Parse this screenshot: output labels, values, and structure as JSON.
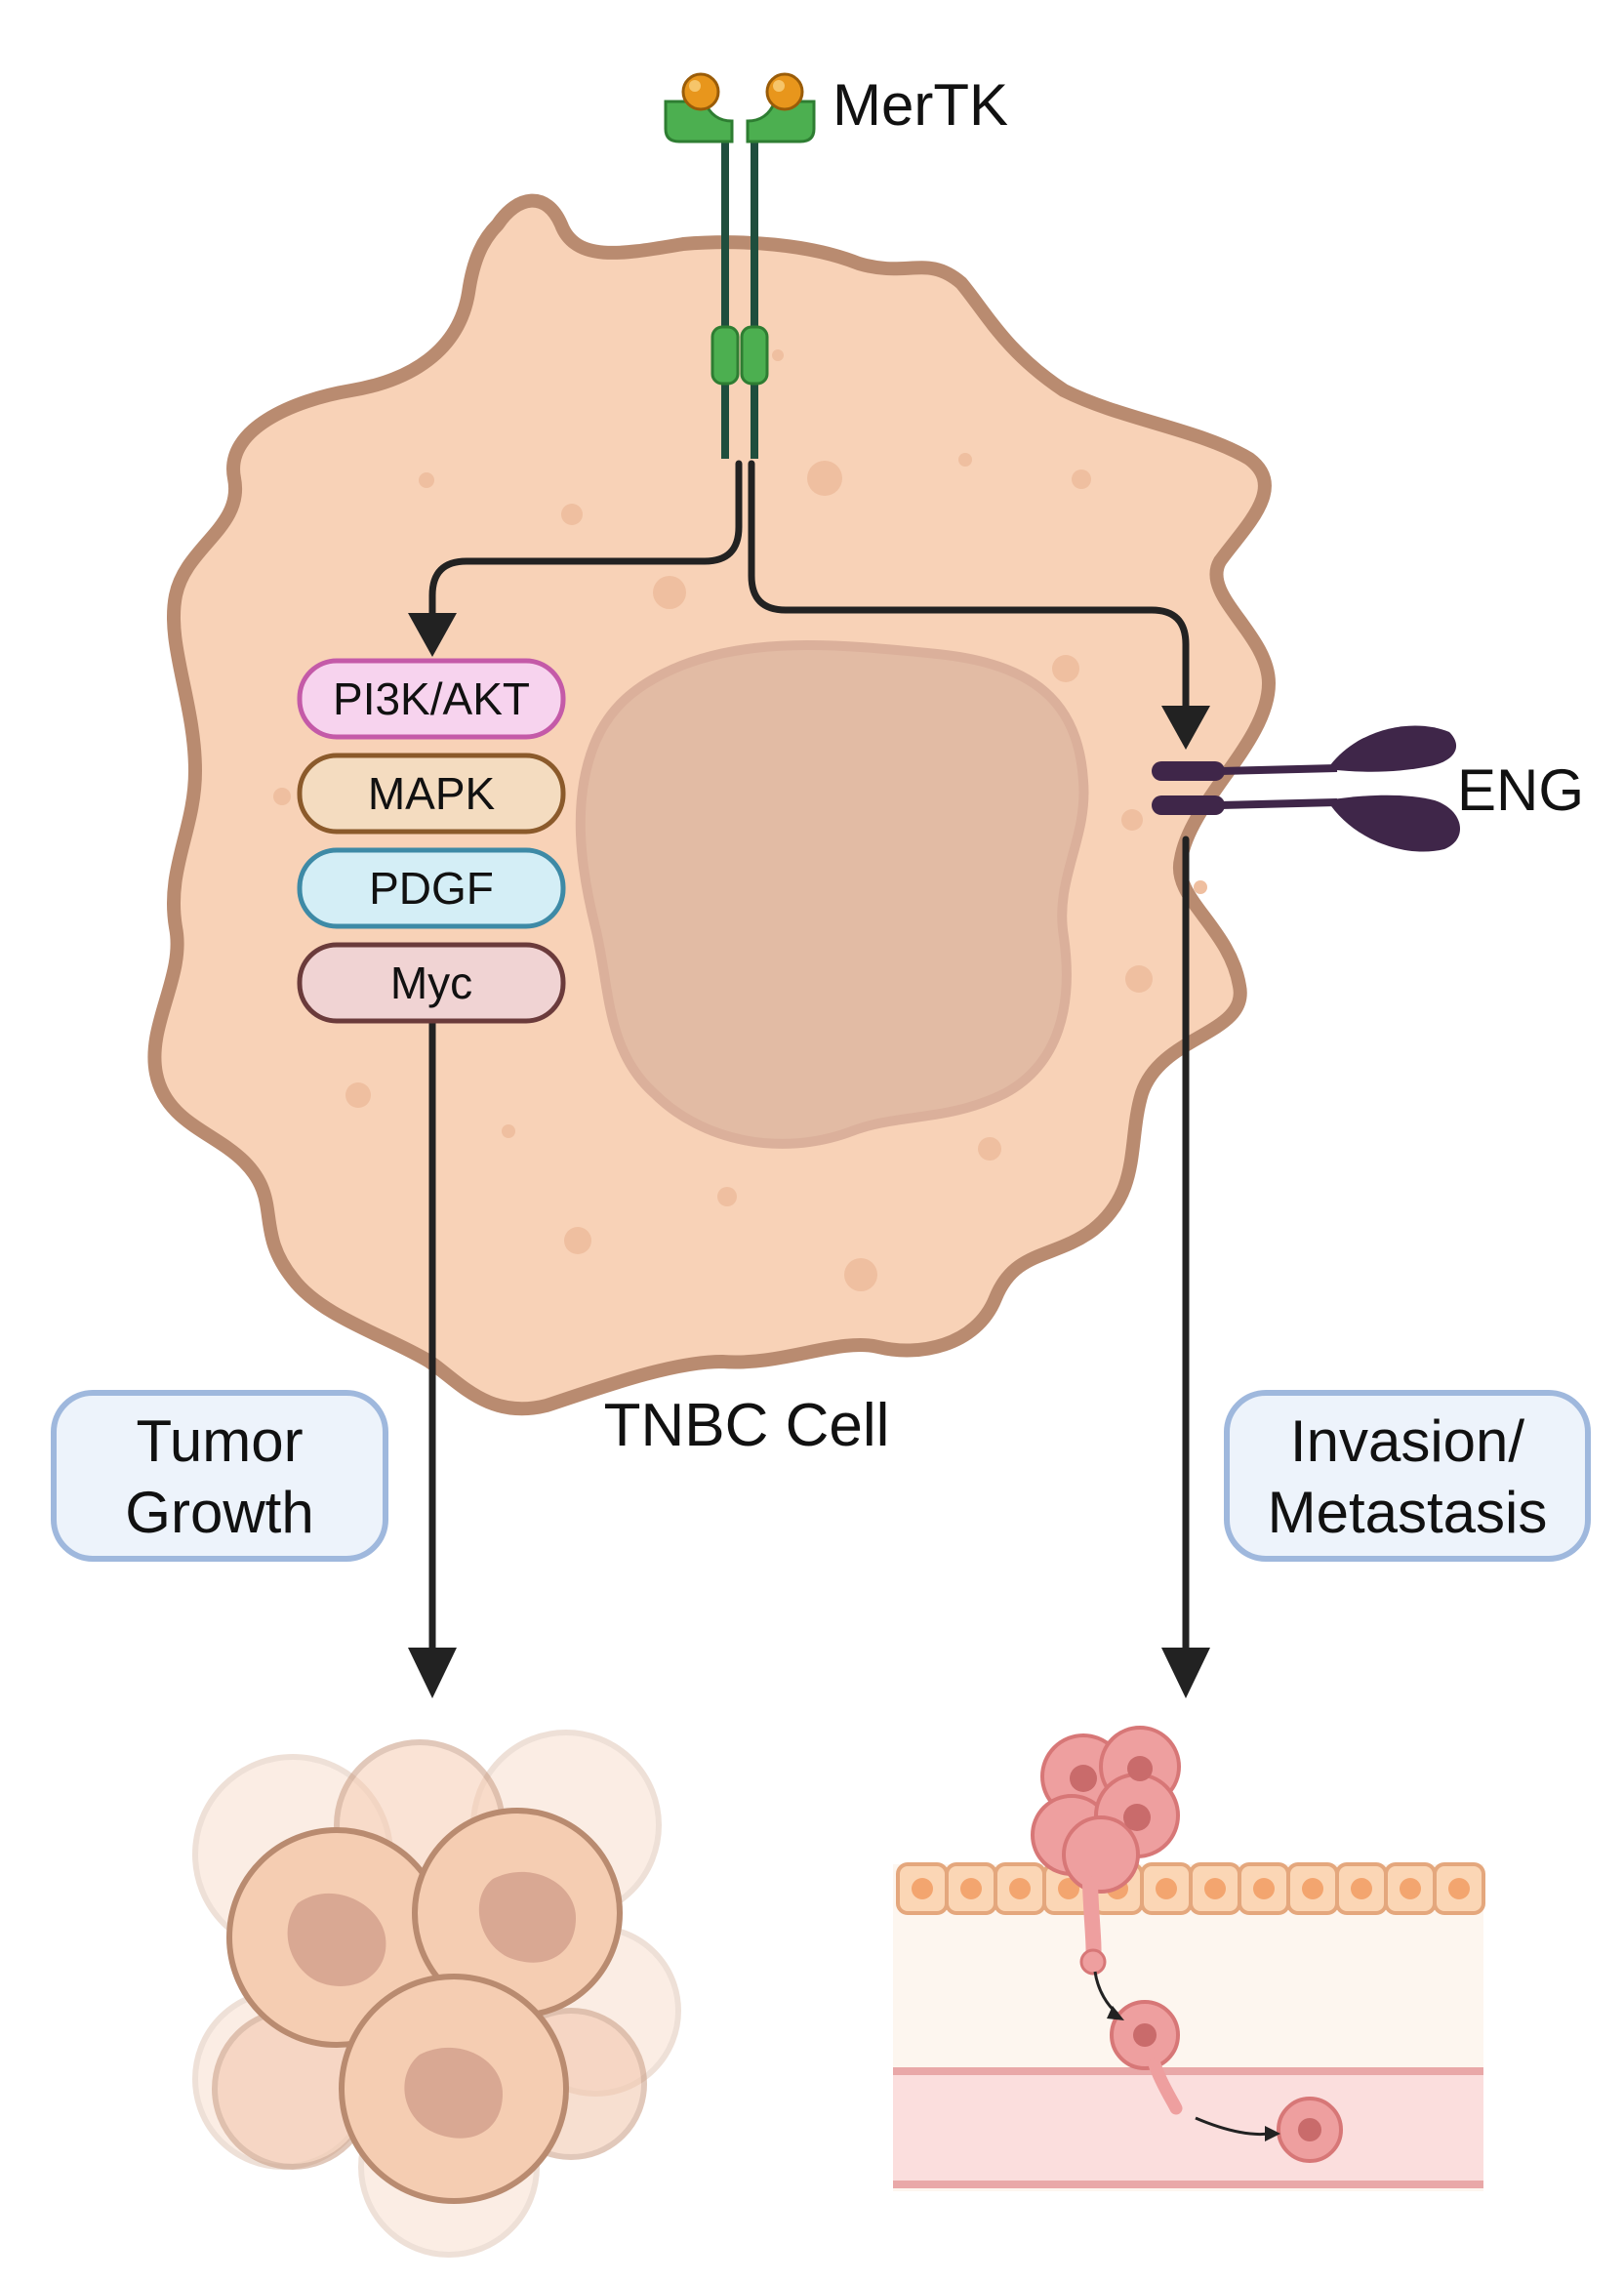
{
  "labels": {
    "receptor": "MerTK",
    "coreceptor": "ENG",
    "cell": "TNBC Cell"
  },
  "pathways": [
    {
      "label": "PI3K/AKT",
      "fill": "#f7d3ee",
      "stroke": "#c45aa8"
    },
    {
      "label": "MAPK",
      "fill": "#f4dcc0",
      "stroke": "#8b5a2b"
    },
    {
      "label": "PDGF",
      "fill": "#d4eef6",
      "stroke": "#3e8aa6"
    },
    {
      "label": "Myc",
      "fill": "#f0d3d3",
      "stroke": "#6b3b3b"
    }
  ],
  "outcomes": {
    "growth": {
      "line1": "Tumor",
      "line2": "Growth"
    },
    "metastasis": {
      "line1": "Invasion/",
      "line2": "Metastasis"
    }
  },
  "colors": {
    "cell_fill": "#f8d2b7",
    "cell_border": "#b98b70",
    "nucleus": "#e0b9a3",
    "receptor_green": "#4caf50",
    "ligand_orange": "#e8961c",
    "eng_purple": "#3f2649",
    "outcome_box_fill": "#edf3fb",
    "outcome_box_stroke": "#9fb8dd",
    "arrow": "#222222"
  }
}
